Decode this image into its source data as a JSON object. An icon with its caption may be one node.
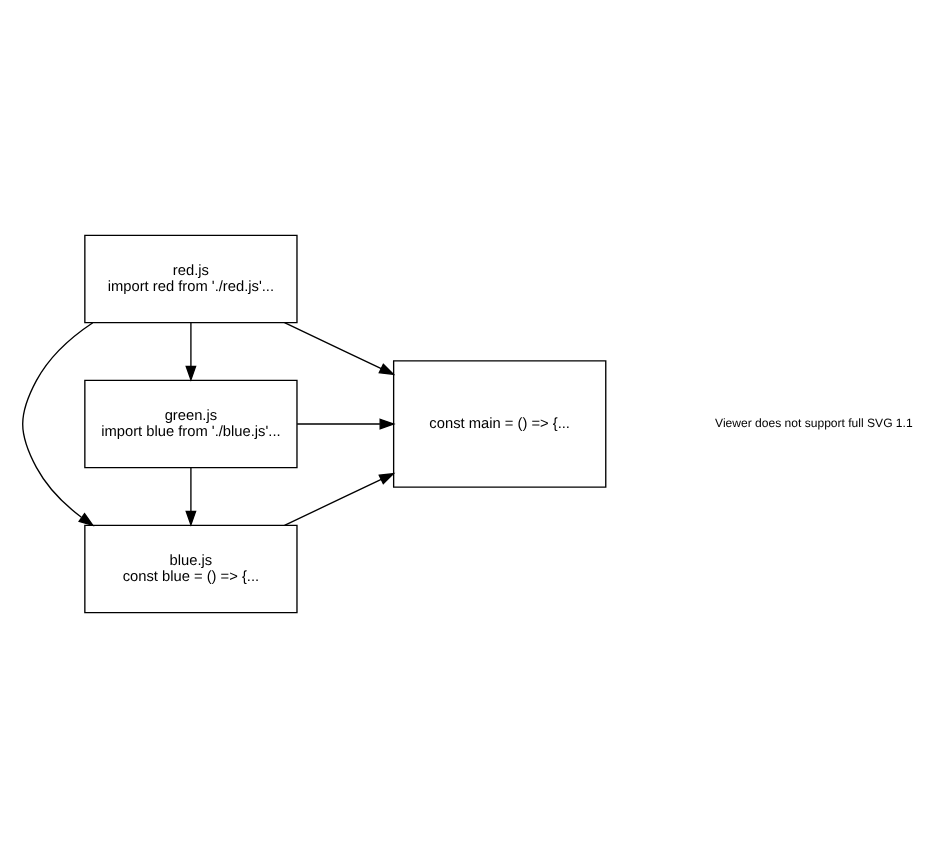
{
  "diagram": {
    "nodes": [
      {
        "text": [
          "red.js",
          "import red from './red.js'..."
        ]
      },
      {
        "text": [
          "green.js",
          "import blue from './blue.js'..."
        ]
      },
      {
        "text": [
          "blue.js",
          "const blue = () => {..."
        ]
      },
      {
        "text": [
          "const main = () => {..."
        ]
      }
    ],
    "edges": [
      {
        "from": 0,
        "to": 3,
        "arrow": "to"
      },
      {
        "from": 1,
        "to": 3,
        "arrow": "to"
      },
      {
        "from": 2,
        "to": 3,
        "arrow": "to"
      },
      {
        "from": 0,
        "to": 1,
        "arrow": "to"
      },
      {
        "from": 0,
        "to": 2,
        "arrow": "to"
      },
      {
        "from": 1,
        "to": 2,
        "arrow": "to"
      }
    ],
    "labels": [
      "Viewer does not support full SVG 1.1"
    ]
  }
}
